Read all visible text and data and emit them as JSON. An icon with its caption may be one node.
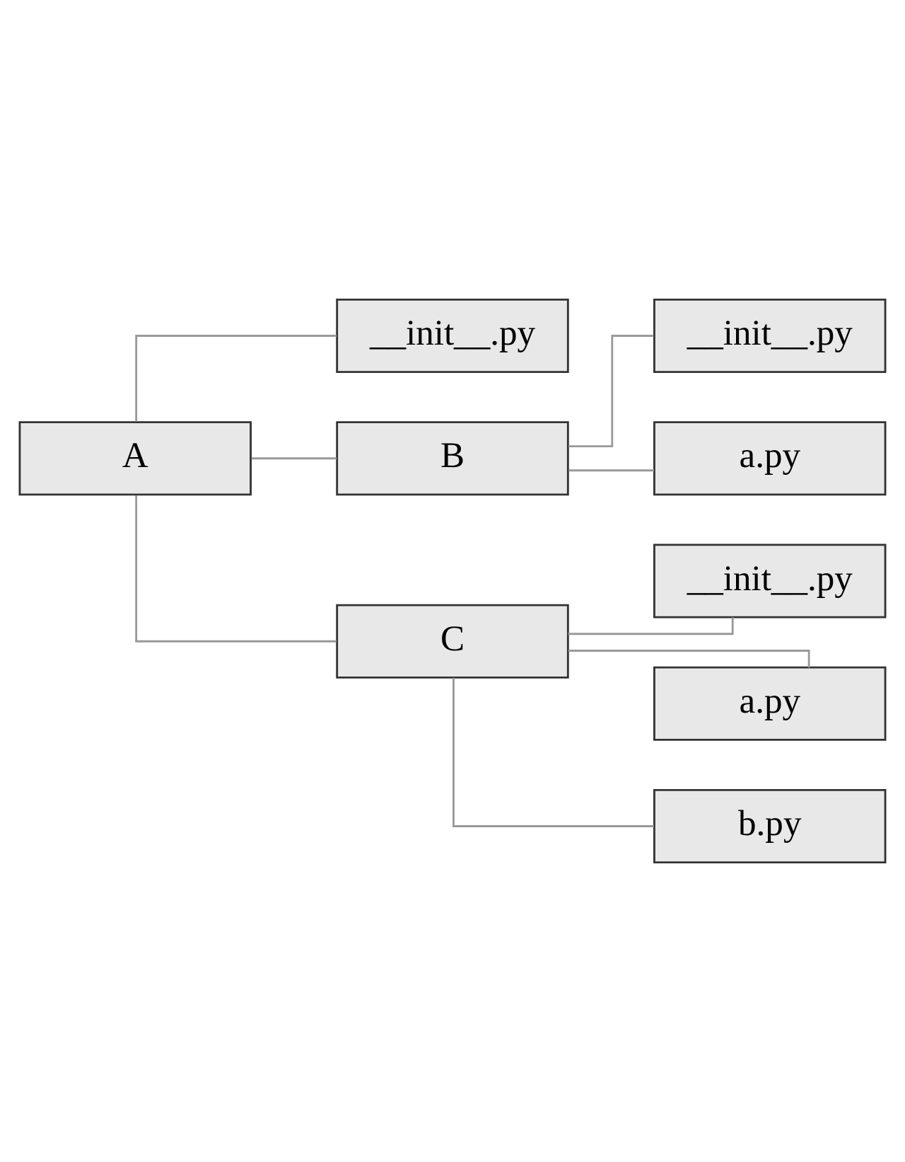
{
  "diagram": {
    "nodes": [
      {
        "text": [
          "A"
        ]
      },
      {
        "text": [
          "__init__.py"
        ]
      },
      {
        "text": [
          "B"
        ]
      },
      {
        "text": [
          "__init__.py"
        ]
      },
      {
        "text": [
          "a.py"
        ]
      },
      {
        "text": [
          "C"
        ]
      },
      {
        "text": [
          "__init__.py"
        ]
      },
      {
        "text": [
          "a.py"
        ]
      },
      {
        "text": [
          "b.py"
        ]
      }
    ],
    "edges": [
      {
        "from": 0,
        "to": 1,
        "arrow": "none"
      },
      {
        "from": 0,
        "to": 2,
        "arrow": "none"
      },
      {
        "from": 2,
        "to": 3,
        "arrow": "none"
      },
      {
        "from": 2,
        "to": 4,
        "arrow": "none"
      },
      {
        "from": 0,
        "to": 5,
        "arrow": "none"
      },
      {
        "from": 5,
        "to": 6,
        "arrow": "none"
      },
      {
        "from": 5,
        "to": 7,
        "arrow": "none"
      },
      {
        "from": 5,
        "to": 8,
        "arrow": "none"
      }
    ]
  }
}
